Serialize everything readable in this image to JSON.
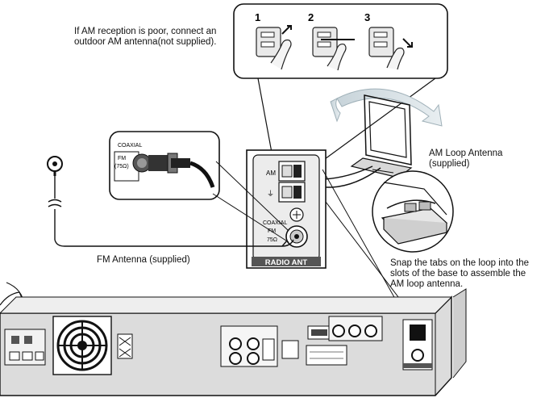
{
  "notes": {
    "am_poor_line1": "If AM reception is poor, connect an",
    "am_poor_line2": "outdoor AM antenna(not supplied).",
    "am_loop_line1": "AM Loop Antenna",
    "am_loop_line2": "(supplied)",
    "fm_antenna": "FM Antenna (supplied)",
    "snap_line1": "Snap the tabs on the loop into the",
    "snap_line2": "slots of the base to assemble the",
    "snap_line3": "AM loop antenna."
  },
  "steps": [
    "1",
    "2",
    "3"
  ],
  "coax_callout": {
    "title": "COAXIAL",
    "fm": "FM",
    "ohm": "(75Ω)"
  },
  "radio_panel": {
    "am": "AM",
    "ground": "⏚",
    "coaxial": "COAXIAL",
    "fm": "FM",
    "ohm": "75Ω",
    "footer": "RADIO ANT"
  },
  "icons": [
    "fm-antenna-ring-icon",
    "fan-grille-icon",
    "rotate-arrow-icon"
  ]
}
